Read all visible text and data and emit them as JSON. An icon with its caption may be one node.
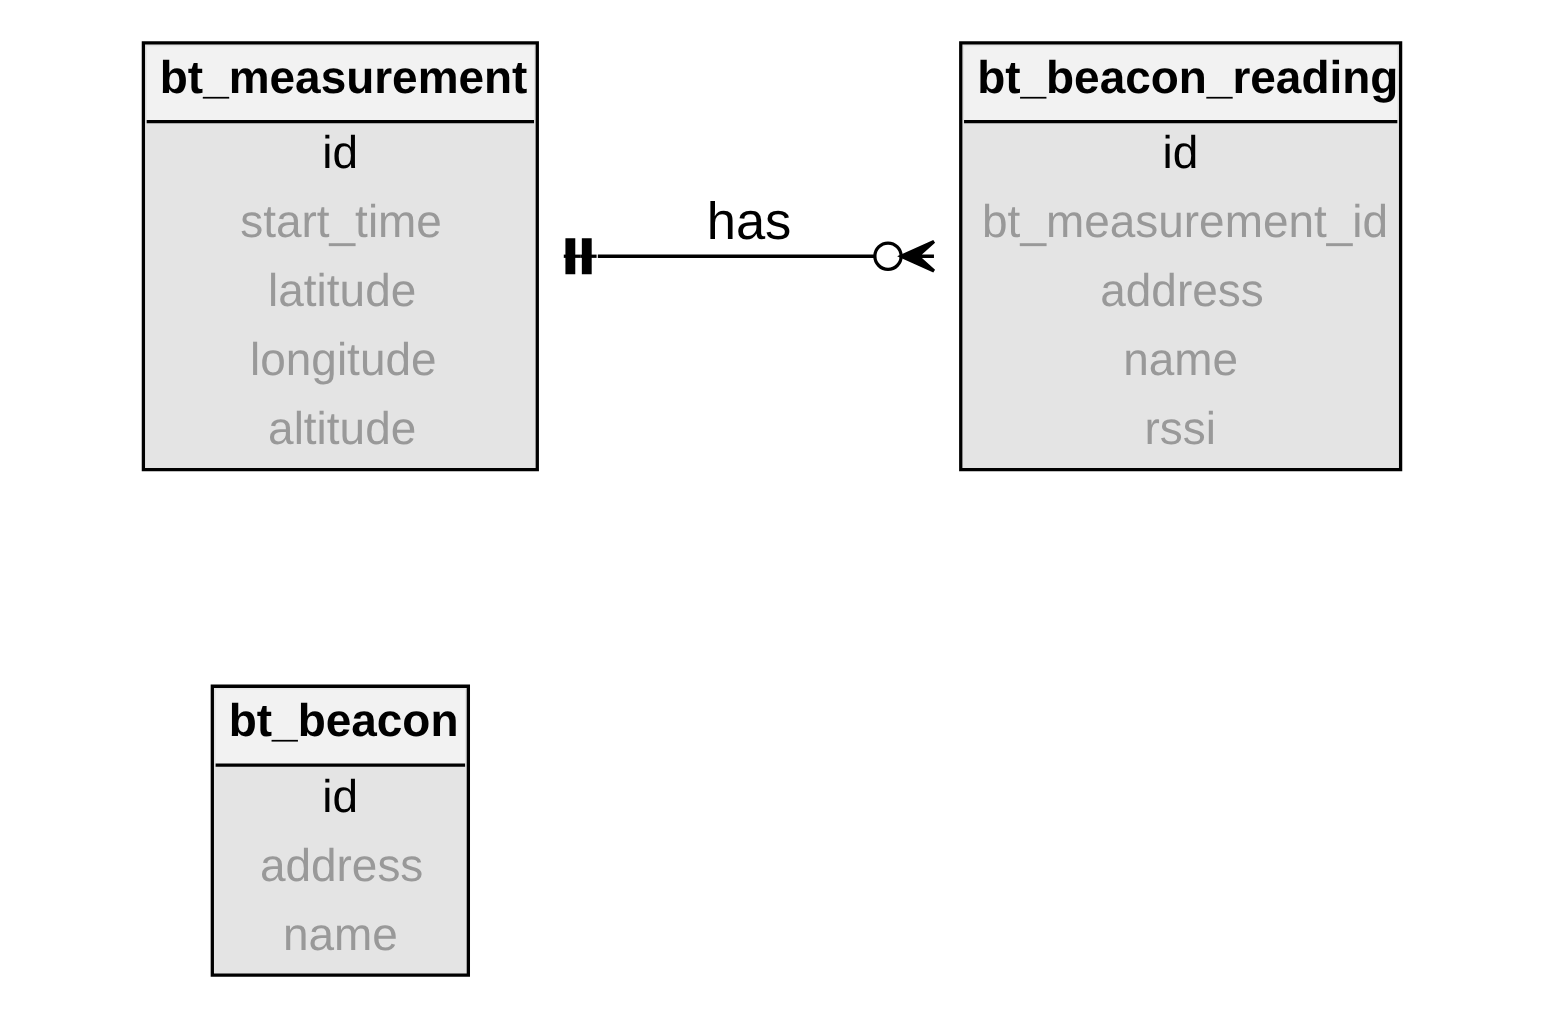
{
  "diagram": {
    "nodes": [
      {
        "text": [
          "bt_beacon",
          "id",
          "address",
          "name"
        ]
      },
      {
        "text": [
          "bt_measurement",
          "id",
          "start_time",
          "latitude",
          "longitude",
          "altitude"
        ]
      },
      {
        "text": [
          "bt_beacon_reading",
          "id",
          "bt_measurement_id",
          "address",
          "name",
          "rssi"
        ]
      }
    ],
    "edges": [
      {
        "from": 1,
        "to": 2,
        "arrow": "other",
        "label": "has"
      }
    ]
  }
}
